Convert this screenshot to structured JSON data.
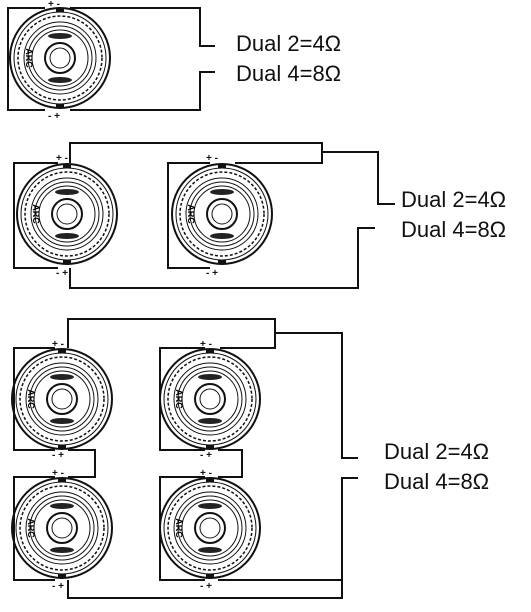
{
  "diagrams": [
    {
      "id": "single",
      "labels": [
        "Dual 2=4Ω",
        "Dual 4=8Ω"
      ],
      "speakers": [
        {
          "top_terminals": "+ -",
          "bottom_terminals": "- +"
        }
      ]
    },
    {
      "id": "double",
      "labels": [
        "Dual 2=4Ω",
        "Dual 4=8Ω"
      ],
      "speakers": [
        {
          "top_terminals": "+ -",
          "bottom_terminals": "- +"
        },
        {
          "top_terminals": "+ -",
          "bottom_terminals": "- +"
        }
      ]
    },
    {
      "id": "quad",
      "labels": [
        "Dual 2=4Ω",
        "Dual 4=8Ω"
      ],
      "speakers": [
        {
          "top_terminals": "+ -",
          "bottom_terminals": "- +"
        },
        {
          "top_terminals": "+ -",
          "bottom_terminals": "- +"
        },
        {
          "top_terminals": "+ -",
          "bottom_terminals": "- +"
        },
        {
          "top_terminals": "+ -",
          "bottom_terminals": "- +"
        }
      ]
    }
  ],
  "speaker_logo_text": "ARC",
  "colors": {
    "line": "#111111",
    "background": "#ffffff"
  }
}
